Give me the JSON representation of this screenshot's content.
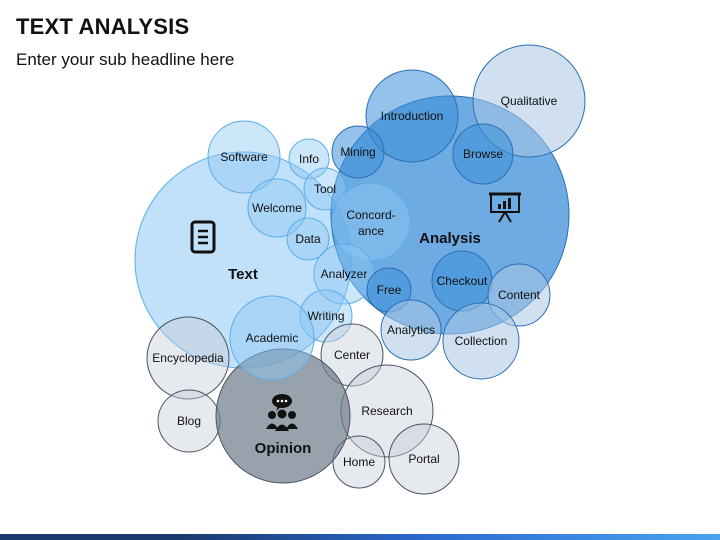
{
  "header": {
    "title": "TEXT ANALYSIS",
    "subtitle": "Enter your sub headline here"
  },
  "hubs": [
    {
      "name": "hub-text",
      "label": "Text",
      "icon": "document-icon"
    },
    {
      "name": "hub-analysis",
      "label": "Analysis",
      "icon": "presentation-chart-icon"
    },
    {
      "name": "hub-opinion",
      "label": "Opinion",
      "icon": "group-chat-icon"
    }
  ],
  "bubbles": [
    {
      "name": "bubble-introduction",
      "label": "Introduction"
    },
    {
      "name": "bubble-qualitative",
      "label": "Qualitative"
    },
    {
      "name": "bubble-software",
      "label": "Software"
    },
    {
      "name": "bubble-info",
      "label": "Info"
    },
    {
      "name": "bubble-mining",
      "label": "Mining"
    },
    {
      "name": "bubble-browse",
      "label": "Browse"
    },
    {
      "name": "bubble-tool",
      "label": "Tool"
    },
    {
      "name": "bubble-welcome",
      "label": "Welcome"
    },
    {
      "name": "bubble-concordance",
      "label": "Concord-\nance"
    },
    {
      "name": "bubble-data",
      "label": "Data"
    },
    {
      "name": "bubble-analyzer",
      "label": "Analyzer"
    },
    {
      "name": "bubble-checkout",
      "label": "Checkout"
    },
    {
      "name": "bubble-free",
      "label": "Free"
    },
    {
      "name": "bubble-content",
      "label": "Content"
    },
    {
      "name": "bubble-writing",
      "label": "Writing"
    },
    {
      "name": "bubble-analytics",
      "label": "Analytics"
    },
    {
      "name": "bubble-collection",
      "label": "Collection"
    },
    {
      "name": "bubble-academic",
      "label": "Academic"
    },
    {
      "name": "bubble-center",
      "label": "Center"
    },
    {
      "name": "bubble-encyclopedia",
      "label": "Encyclopedia"
    },
    {
      "name": "bubble-research",
      "label": "Research"
    },
    {
      "name": "bubble-blog",
      "label": "Blog"
    },
    {
      "name": "bubble-portal",
      "label": "Portal"
    },
    {
      "name": "bubble-home",
      "label": "Home"
    }
  ],
  "colors": {
    "light_blue_fill": "#8ec8f5",
    "light_blue_stroke": "#5aaeea",
    "mid_blue_fill": "#3d8fd8",
    "mid_blue_stroke": "#2a6fb5",
    "pale_blue_fill": "#a9c7e4",
    "grey_fill": "#c8ced6",
    "grey_stroke": "#4a5563",
    "dark_grey_fill": "#6c7a8a"
  }
}
